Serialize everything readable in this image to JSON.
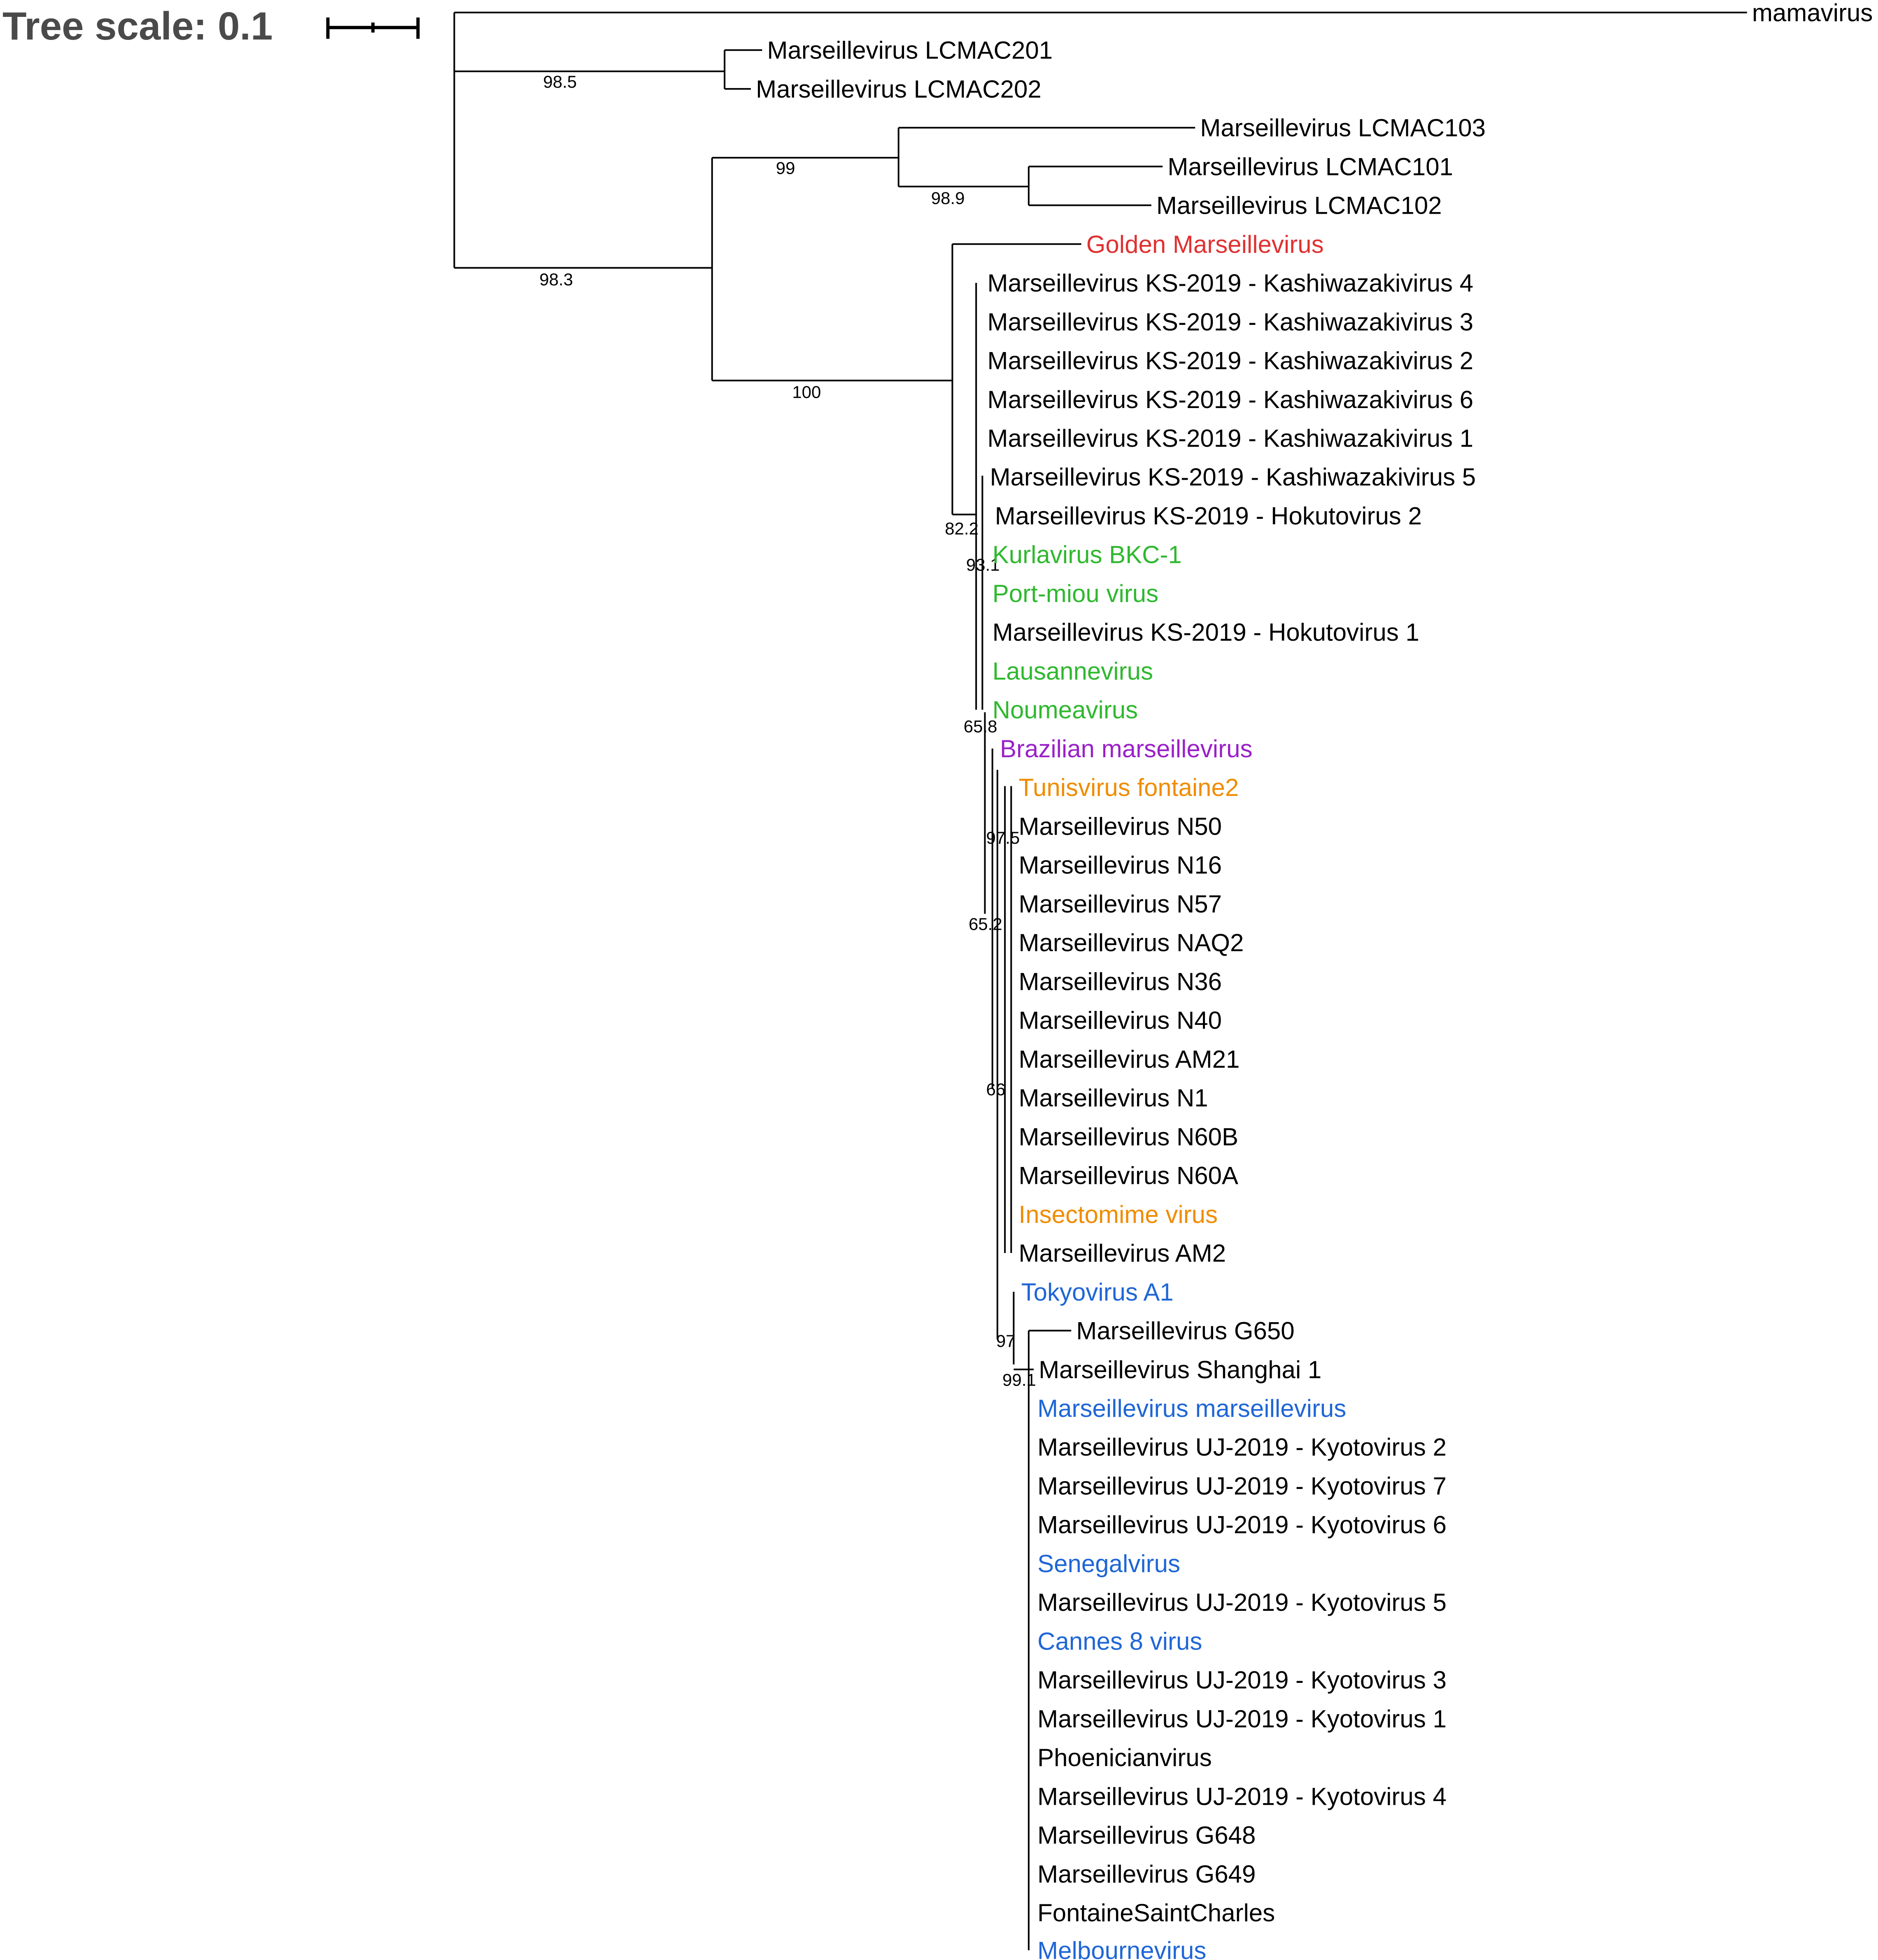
{
  "scale": {
    "title": "Tree scale: 0.1"
  },
  "palette": {
    "default": "#000000",
    "red": "#e03131",
    "green": "#2fb82f",
    "purple": "#9a20c8",
    "orange": "#f08c00",
    "blue": "#1f66d6",
    "scale_text": "#4a4a4a"
  },
  "leaves": [
    {
      "label": "mamavirus",
      "color": "default"
    },
    {
      "label": "Marseillevirus LCMAC201",
      "color": "default"
    },
    {
      "label": "Marseillevirus LCMAC202",
      "color": "default"
    },
    {
      "label": "Marseillevirus LCMAC103",
      "color": "default"
    },
    {
      "label": "Marseillevirus LCMAC101",
      "color": "default"
    },
    {
      "label": "Marseillevirus LCMAC102",
      "color": "default"
    },
    {
      "label": "Golden Marseillevirus",
      "color": "red"
    },
    {
      "label": "Marseillevirus KS-2019 - Kashiwazakivirus 4",
      "color": "default"
    },
    {
      "label": "Marseillevirus KS-2019 - Kashiwazakivirus 3",
      "color": "default"
    },
    {
      "label": "Marseillevirus KS-2019 - Kashiwazakivirus 2",
      "color": "default"
    },
    {
      "label": "Marseillevirus KS-2019 - Kashiwazakivirus 6",
      "color": "default"
    },
    {
      "label": "Marseillevirus KS-2019 - Kashiwazakivirus 1",
      "color": "default"
    },
    {
      "label": "Marseillevirus KS-2019 - Kashiwazakivirus 5",
      "color": "default"
    },
    {
      "label": "Marseillevirus KS-2019 - Hokutovirus 2",
      "color": "default"
    },
    {
      "label": "Kurlavirus BKC-1",
      "color": "green"
    },
    {
      "label": "Port-miou virus",
      "color": "green"
    },
    {
      "label": "Marseillevirus KS-2019 - Hokutovirus 1",
      "color": "default"
    },
    {
      "label": "Lausannevirus",
      "color": "green"
    },
    {
      "label": "Noumeavirus",
      "color": "green"
    },
    {
      "label": "Brazilian marseillevirus",
      "color": "purple"
    },
    {
      "label": "Tunisvirus fontaine2",
      "color": "orange"
    },
    {
      "label": "Marseillevirus N50",
      "color": "default"
    },
    {
      "label": "Marseillevirus N16",
      "color": "default"
    },
    {
      "label": "Marseillevirus N57",
      "color": "default"
    },
    {
      "label": "Marseillevirus NAQ2",
      "color": "default"
    },
    {
      "label": "Marseillevirus N36",
      "color": "default"
    },
    {
      "label": "Marseillevirus N40",
      "color": "default"
    },
    {
      "label": "Marseillevirus AM21",
      "color": "default"
    },
    {
      "label": "Marseillevirus N1",
      "color": "default"
    },
    {
      "label": "Marseillevirus N60B",
      "color": "default"
    },
    {
      "label": "Marseillevirus N60A",
      "color": "default"
    },
    {
      "label": "Insectomime virus",
      "color": "orange"
    },
    {
      "label": "Marseillevirus AM2",
      "color": "default"
    },
    {
      "label": "Tokyovirus A1",
      "color": "blue"
    },
    {
      "label": "Marseillevirus G650",
      "color": "default"
    },
    {
      "label": "Marseillevirus Shanghai 1",
      "color": "default"
    },
    {
      "label": "Marseillevirus marseillevirus",
      "color": "blue"
    },
    {
      "label": "Marseillevirus UJ-2019 - Kyotovirus 2",
      "color": "default"
    },
    {
      "label": "Marseillevirus UJ-2019 - Kyotovirus 7",
      "color": "default"
    },
    {
      "label": "Marseillevirus UJ-2019 - Kyotovirus 6",
      "color": "default"
    },
    {
      "label": "Senegalvirus",
      "color": "blue"
    },
    {
      "label": "Marseillevirus UJ-2019 - Kyotovirus 5",
      "color": "default"
    },
    {
      "label": "Cannes 8 virus",
      "color": "blue"
    },
    {
      "label": "Marseillevirus UJ-2019 - Kyotovirus 3",
      "color": "default"
    },
    {
      "label": "Marseillevirus UJ-2019 - Kyotovirus 1",
      "color": "default"
    },
    {
      "label": "Phoenicianvirus",
      "color": "default"
    },
    {
      "label": "Marseillevirus UJ-2019 - Kyotovirus 4",
      "color": "default"
    },
    {
      "label": "Marseillevirus G648",
      "color": "default"
    },
    {
      "label": "Marseillevirus G649",
      "color": "default"
    },
    {
      "label": "FontaineSaintCharles",
      "color": "default"
    },
    {
      "label": "Melbournevirus",
      "color": "blue"
    }
  ],
  "supports": [
    "98.5",
    "99",
    "98.9",
    "98.3",
    "100",
    "82.2",
    "93.1",
    "65.8",
    "97.5",
    "65.2",
    "66",
    "97",
    "99.1"
  ]
}
